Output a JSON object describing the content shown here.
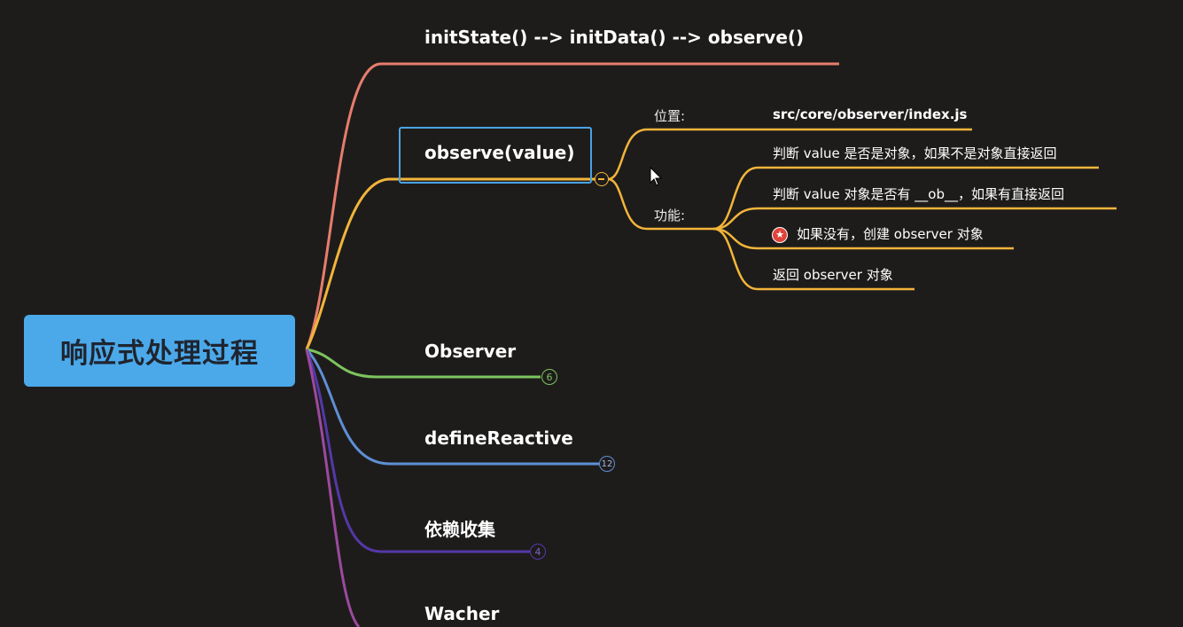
{
  "root": {
    "title": "响应式处理过程"
  },
  "branches": {
    "init_chain": {
      "label": "initState()  --> initData()  --> observe()",
      "color": "#e77d6c"
    },
    "observe": {
      "label": "observe(value)",
      "color": "#f2b53a",
      "location": {
        "key": "位置:",
        "value": "src/core/observer/index.js"
      },
      "function": {
        "key": "功能:",
        "items": [
          "判断 value 是否是对象，如果不是对象直接返回",
          "判断 value 对象是否有 __ob__，如果有直接返回",
          "如果没有，创建 observer 对象",
          "返回 observer 对象"
        ],
        "starred_item_icon": "star-icon"
      }
    },
    "observer": {
      "label": "Observer",
      "badge": "6",
      "color": "#7cc45e"
    },
    "define_reactive": {
      "label": "defineReactive",
      "badge": "12",
      "color": "#5f8fd6"
    },
    "dependency": {
      "label": "依赖收集",
      "badge": "4",
      "color": "#5538a8"
    },
    "watcher": {
      "label": "Wacher",
      "color": "#9b4a9e"
    }
  }
}
